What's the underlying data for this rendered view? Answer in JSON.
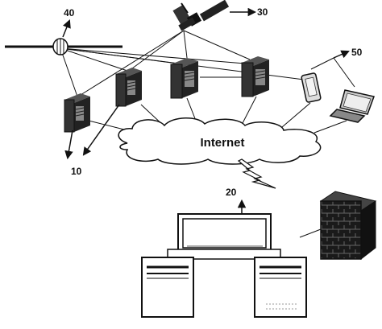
{
  "diagram": {
    "cloud_label": "Internet",
    "ref_numbers": {
      "servers": "10",
      "host_system": "20",
      "satellite": "30",
      "cell_tower": "40",
      "mobile_devices": "50"
    }
  },
  "icons": {
    "servers": "server-tower-icon",
    "satellite": "satellite-icon",
    "tower": "antenna-tower-icon",
    "phone": "mobile-phone-icon",
    "laptop": "laptop-icon",
    "monitor": "monitor-icon",
    "firewall": "brick-firewall-icon",
    "lightning": "lightning-link-icon"
  },
  "colors": {
    "ink": "#111111",
    "server_fill": "#2a2a2a",
    "cloud_fill": "#ffffff",
    "background": "#ffffff"
  }
}
